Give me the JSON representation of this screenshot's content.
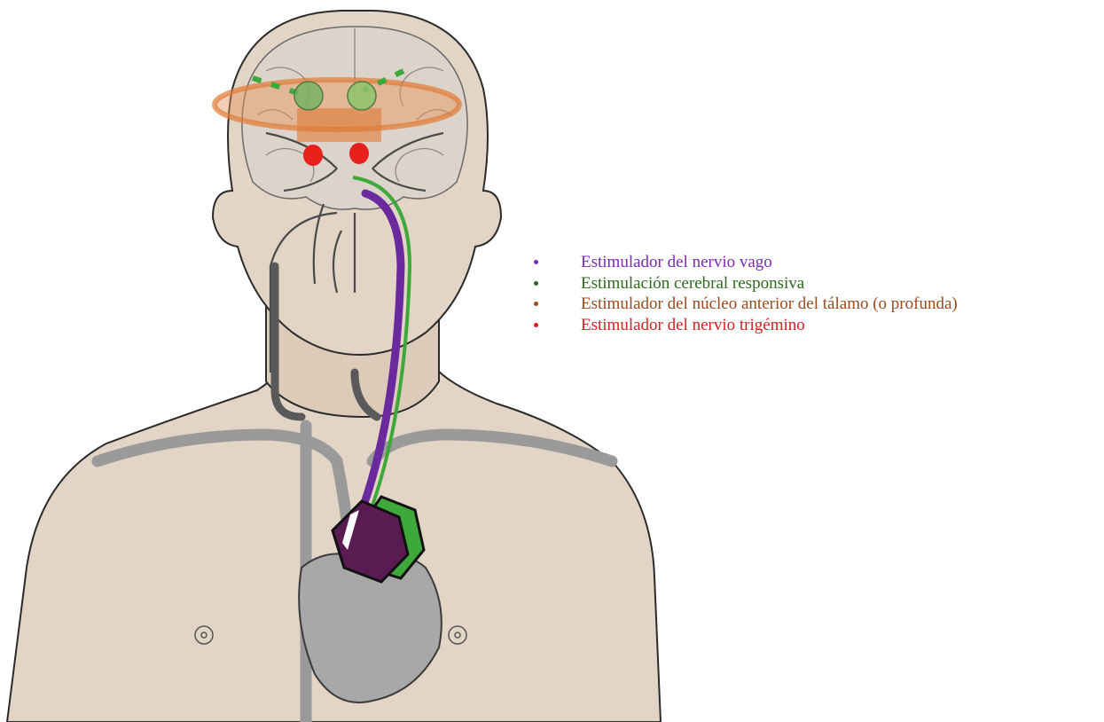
{
  "legend": {
    "items": [
      {
        "label": "Estimulador del nervio vago",
        "color": "#7b2ab2"
      },
      {
        "label": "Estimulación cerebral responsiva",
        "color": "#2e6b1e"
      },
      {
        "label": "Estimulador del núcleo anterior del tálamo (o profunda)",
        "color": "#9a4a1e"
      },
      {
        "label": "Estimulador del nervio trigémino",
        "color": "#d62020"
      }
    ]
  },
  "colors": {
    "skin": "#e3d5c6",
    "skin_outline": "#2b2b2b",
    "brain": "#dcd4ca",
    "vessel": "#5a5a5a",
    "vagus_device": "#5a1a52",
    "rns_device": "#3fa83a",
    "thalamus_ring": "#e8955a",
    "trigeminal": "#e8201c"
  }
}
